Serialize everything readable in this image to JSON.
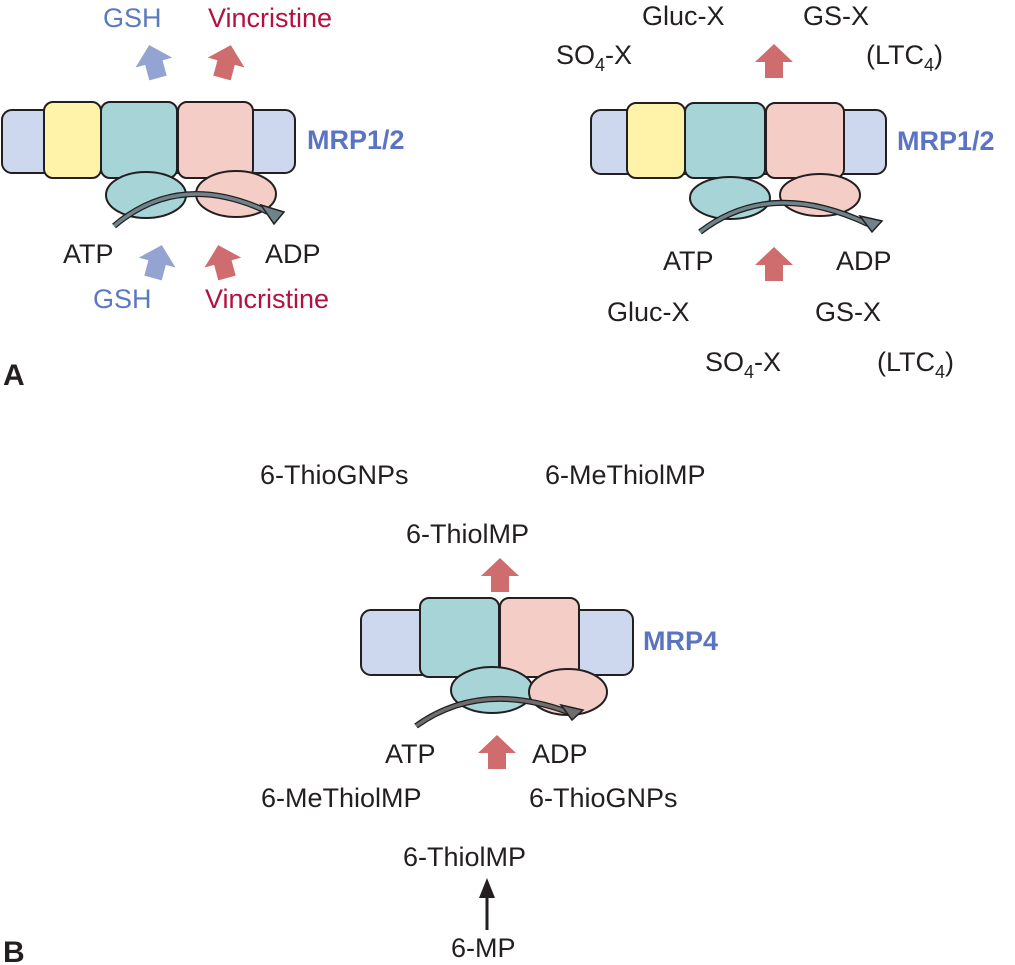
{
  "colors": {
    "outer_domain": "#cdd8ee",
    "yellow_domain": "#fff3a9",
    "teal_domain": "#a6d4d7",
    "pink_domain": "#f4cdc6",
    "arrow_red": "#cf6c6e",
    "arrow_blue": "#93a3d2",
    "atp_arrow": "#6e838a",
    "text_blue": "#5b79c0",
    "text_red": "#b5103f",
    "protein_label": "#5b74c2"
  },
  "panel_a": {
    "label": "A",
    "left": {
      "protein": "MRP1/2",
      "top_labels": {
        "gsh": "GSH",
        "vincristine": "Vincristine"
      },
      "bottom_labels": {
        "atp": "ATP",
        "adp": "ADP",
        "gsh": "GSH",
        "vincristine": "Vincristine"
      }
    },
    "right": {
      "protein": "MRP1/2",
      "top_labels": {
        "gluc": "Gluc-X",
        "gs": "GS-X",
        "so4_prefix": "SO",
        "so4_sub": "4",
        "so4_suffix": "-X",
        "ltc_prefix": "(LTC",
        "ltc_sub": "4",
        "ltc_suffix": ")"
      },
      "bottom_labels": {
        "atp": "ATP",
        "adp": "ADP",
        "gluc": "Gluc-X",
        "gs": "GS-X",
        "so4_prefix": "SO",
        "so4_sub": "4",
        "so4_suffix": "-X",
        "ltc_prefix": "(LTC",
        "ltc_sub": "4",
        "ltc_suffix": ")"
      }
    }
  },
  "panel_b": {
    "label": "B",
    "protein": "MRP4",
    "top_labels": {
      "thiognps": "6-ThioGNPs",
      "methiolmp": "6-MeThiolMP",
      "thiolmp": "6-ThiolMP"
    },
    "bottom_labels": {
      "atp": "ATP",
      "adp": "ADP",
      "methiolmp": "6-MeThiolMP",
      "thiognps": "6-ThioGNPs",
      "thiolmp": "6-ThiolMP",
      "mp": "6-MP"
    }
  }
}
